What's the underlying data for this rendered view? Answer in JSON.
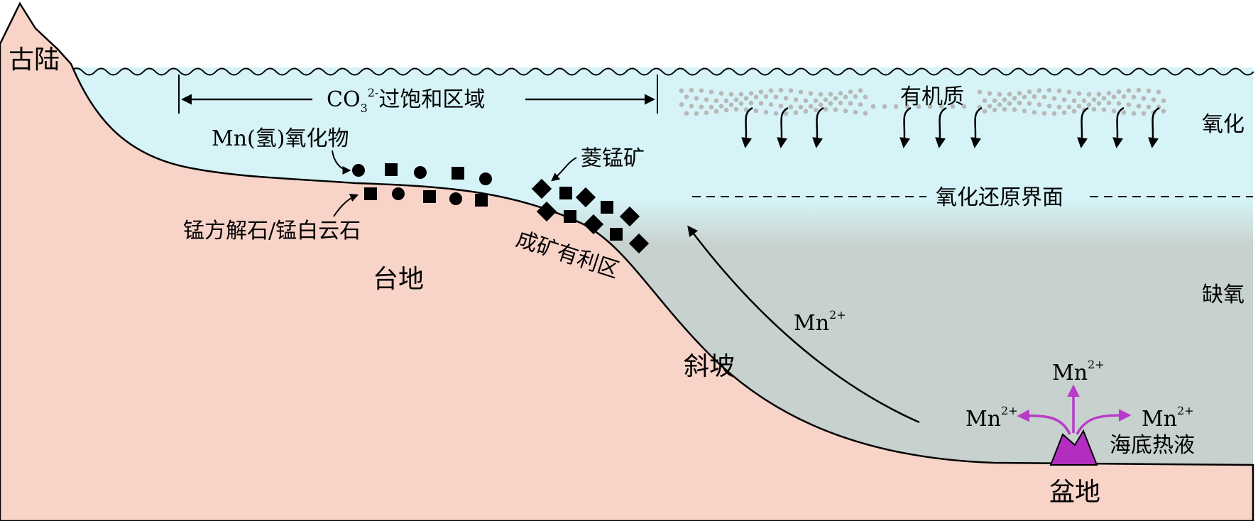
{
  "labels": {
    "ancient_land": "古陆",
    "co3_zone": {
      "base": "CO",
      "sub": "3",
      "sup": "2-",
      "rest": "过饱和区域"
    },
    "organic_matter": "有机质",
    "oxidized": "氧化",
    "redox_interface": "氧化还原界面",
    "anoxic": "缺氧",
    "mn_oxyhydroxide": "Mn(氢)氧化物",
    "rhodochrosite": "菱锰矿",
    "manganite_dolomite": "锰方解石/锰白云石",
    "favorable_zone": "成矿有利区",
    "platform": "台地",
    "slope": "斜坡",
    "basin": "盆地",
    "hydrothermal": "海底热液",
    "mn_upwelling": {
      "base": "Mn",
      "sup": "2+"
    },
    "mn_vent_left": {
      "base": "Mn",
      "sup": "2+"
    },
    "mn_vent_top": {
      "base": "Mn",
      "sup": "2+"
    },
    "mn_vent_right": {
      "base": "Mn",
      "sup": "2+"
    }
  },
  "colors": {
    "land": "#f8d3c8",
    "water_top": "#d6f4f8",
    "water_bottom": "#c7d1cd",
    "vent": "#b42dc1",
    "vent_arrow": "#b83cc9",
    "organic_dots": "#b8b8b8",
    "ink": "#000000"
  },
  "icons": {
    "mn_oxide_marker": "filled-circle",
    "carbonate_marker": "filled-square",
    "rhodochrosite_marker": "filled-diamond",
    "vent_icon": "hydrothermal-chimney"
  }
}
